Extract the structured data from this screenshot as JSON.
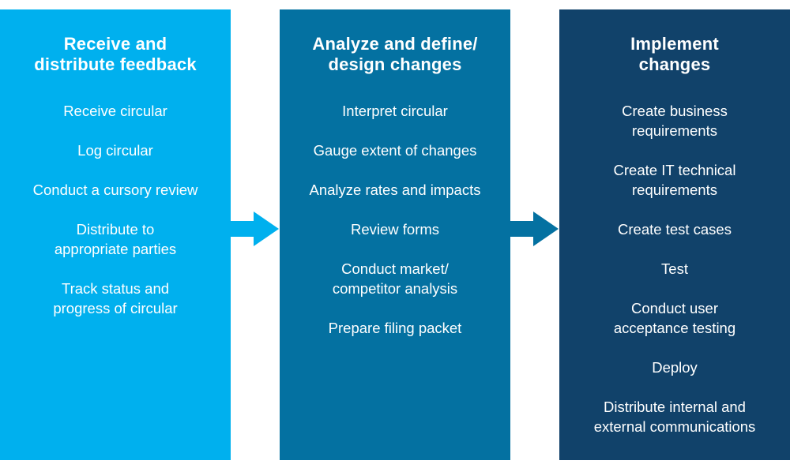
{
  "page": {
    "background_color": "#FFFFFF",
    "text_color": "#FFFFFF"
  },
  "diagram": {
    "type": "process-flow",
    "columns": [
      {
        "id": "receive-and-distribute-feedback",
        "color": "#00B0EE",
        "title": "Receive and\ndistribute feedback",
        "items": [
          "Receive circular",
          "Log circular",
          "Conduct a cursory review",
          "Distribute to\nappropriate parties",
          "Track status and\nprogress of circular"
        ]
      },
      {
        "id": "analyze-and-define-design-changes",
        "color": "#0471A1",
        "title": "Analyze and define/\ndesign changes",
        "items": [
          "Interpret circular",
          "Gauge extent of changes",
          "Analyze rates and impacts",
          "Review forms",
          "Conduct market/\ncompetitor analysis",
          "Prepare filing packet"
        ]
      },
      {
        "id": "implement-changes",
        "color": "#11426A",
        "title": "Implement\nchanges",
        "items": [
          "Create business\nrequirements",
          "Create IT technical\nrequirements",
          "Create test cases",
          "Test",
          "Conduct user\nacceptance testing",
          "Deploy",
          "Distribute internal and\nexternal communications"
        ]
      }
    ],
    "arrows": [
      {
        "id": "arrow-1",
        "direction": "right",
        "color": "#00B0EE"
      },
      {
        "id": "arrow-2",
        "direction": "right",
        "color": "#0471A1"
      }
    ]
  }
}
